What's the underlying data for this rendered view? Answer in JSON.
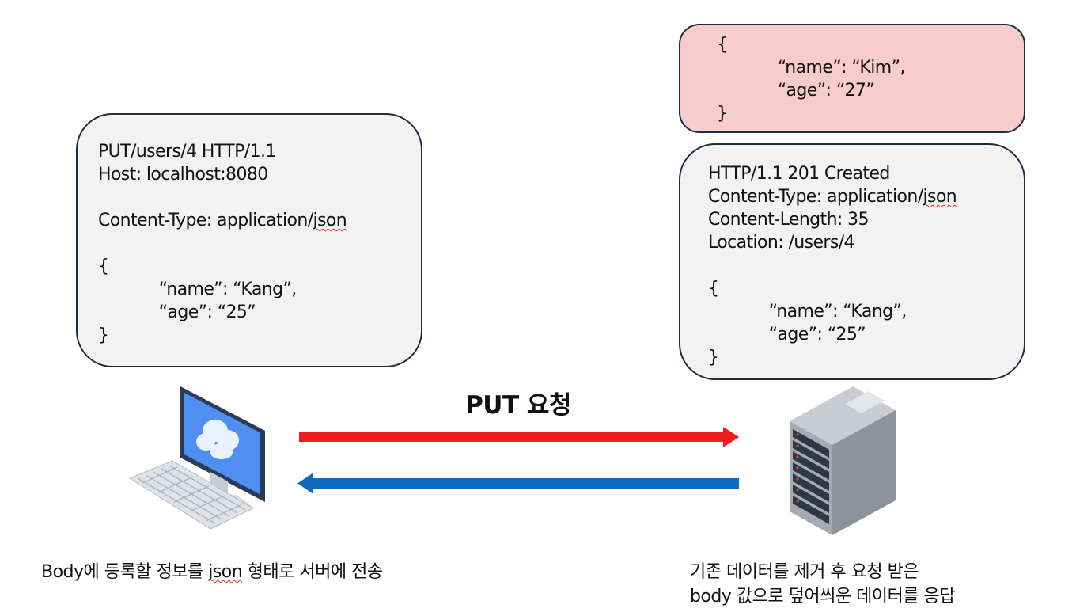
{
  "request_box": {
    "lines": [
      "PUT/users/4 HTTP/1.1",
      "Host: localhost:8080",
      "",
      "Content-Type: application/",
      "",
      "{",
      "            “name”: “Kang”,",
      "            “age”: “25”",
      "}"
    ],
    "squiggle_word": "json"
  },
  "pink_box": {
    "lines": [
      "{",
      "            “name”: “Kim”,",
      "            “age”: “27”",
      "}"
    ]
  },
  "response_box": {
    "lines": [
      "HTTP/1.1 201 Created",
      "Content-Type: application/",
      "Content-Length: 35",
      "Location: /users/4",
      "",
      "{",
      "            “name”: “Kang”,",
      "            “age”: “25”",
      "}"
    ],
    "squiggle_word": "json"
  },
  "arrow_label": "PUT 요청",
  "left_caption": {
    "before": "Body에 등록할 정보를 ",
    "json": "json",
    "after": " 형태로 서버에 전송"
  },
  "right_caption": {
    "line1": "기존 데이터를 제거 후 요청 받은",
    "line2": "body 값으로 덮어씌운 데이터를 응답"
  },
  "icons": [
    "computer-icon",
    "server-icon"
  ],
  "colors": {
    "request_arrow": "#ee1c1c",
    "response_arrow": "#0d6bbd",
    "pink_box": "#f6cccc",
    "box_fill": "#f2f2f2",
    "box_border": "#1f2d3d"
  }
}
